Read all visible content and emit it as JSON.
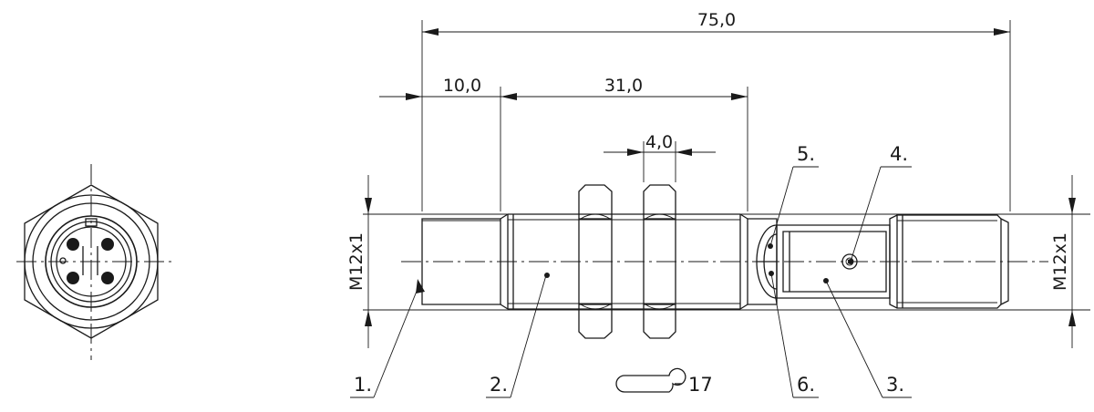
{
  "dimensions": {
    "overall_length": "75,0",
    "front_length": "10,0",
    "thread_length": "31,0",
    "nut_thickness": "4,0",
    "thread_left": "M12x1",
    "thread_right": "M12x1",
    "wrench_size": "17"
  },
  "callouts": [
    "1.",
    "2.",
    "3.",
    "4.",
    "5.",
    "6."
  ]
}
